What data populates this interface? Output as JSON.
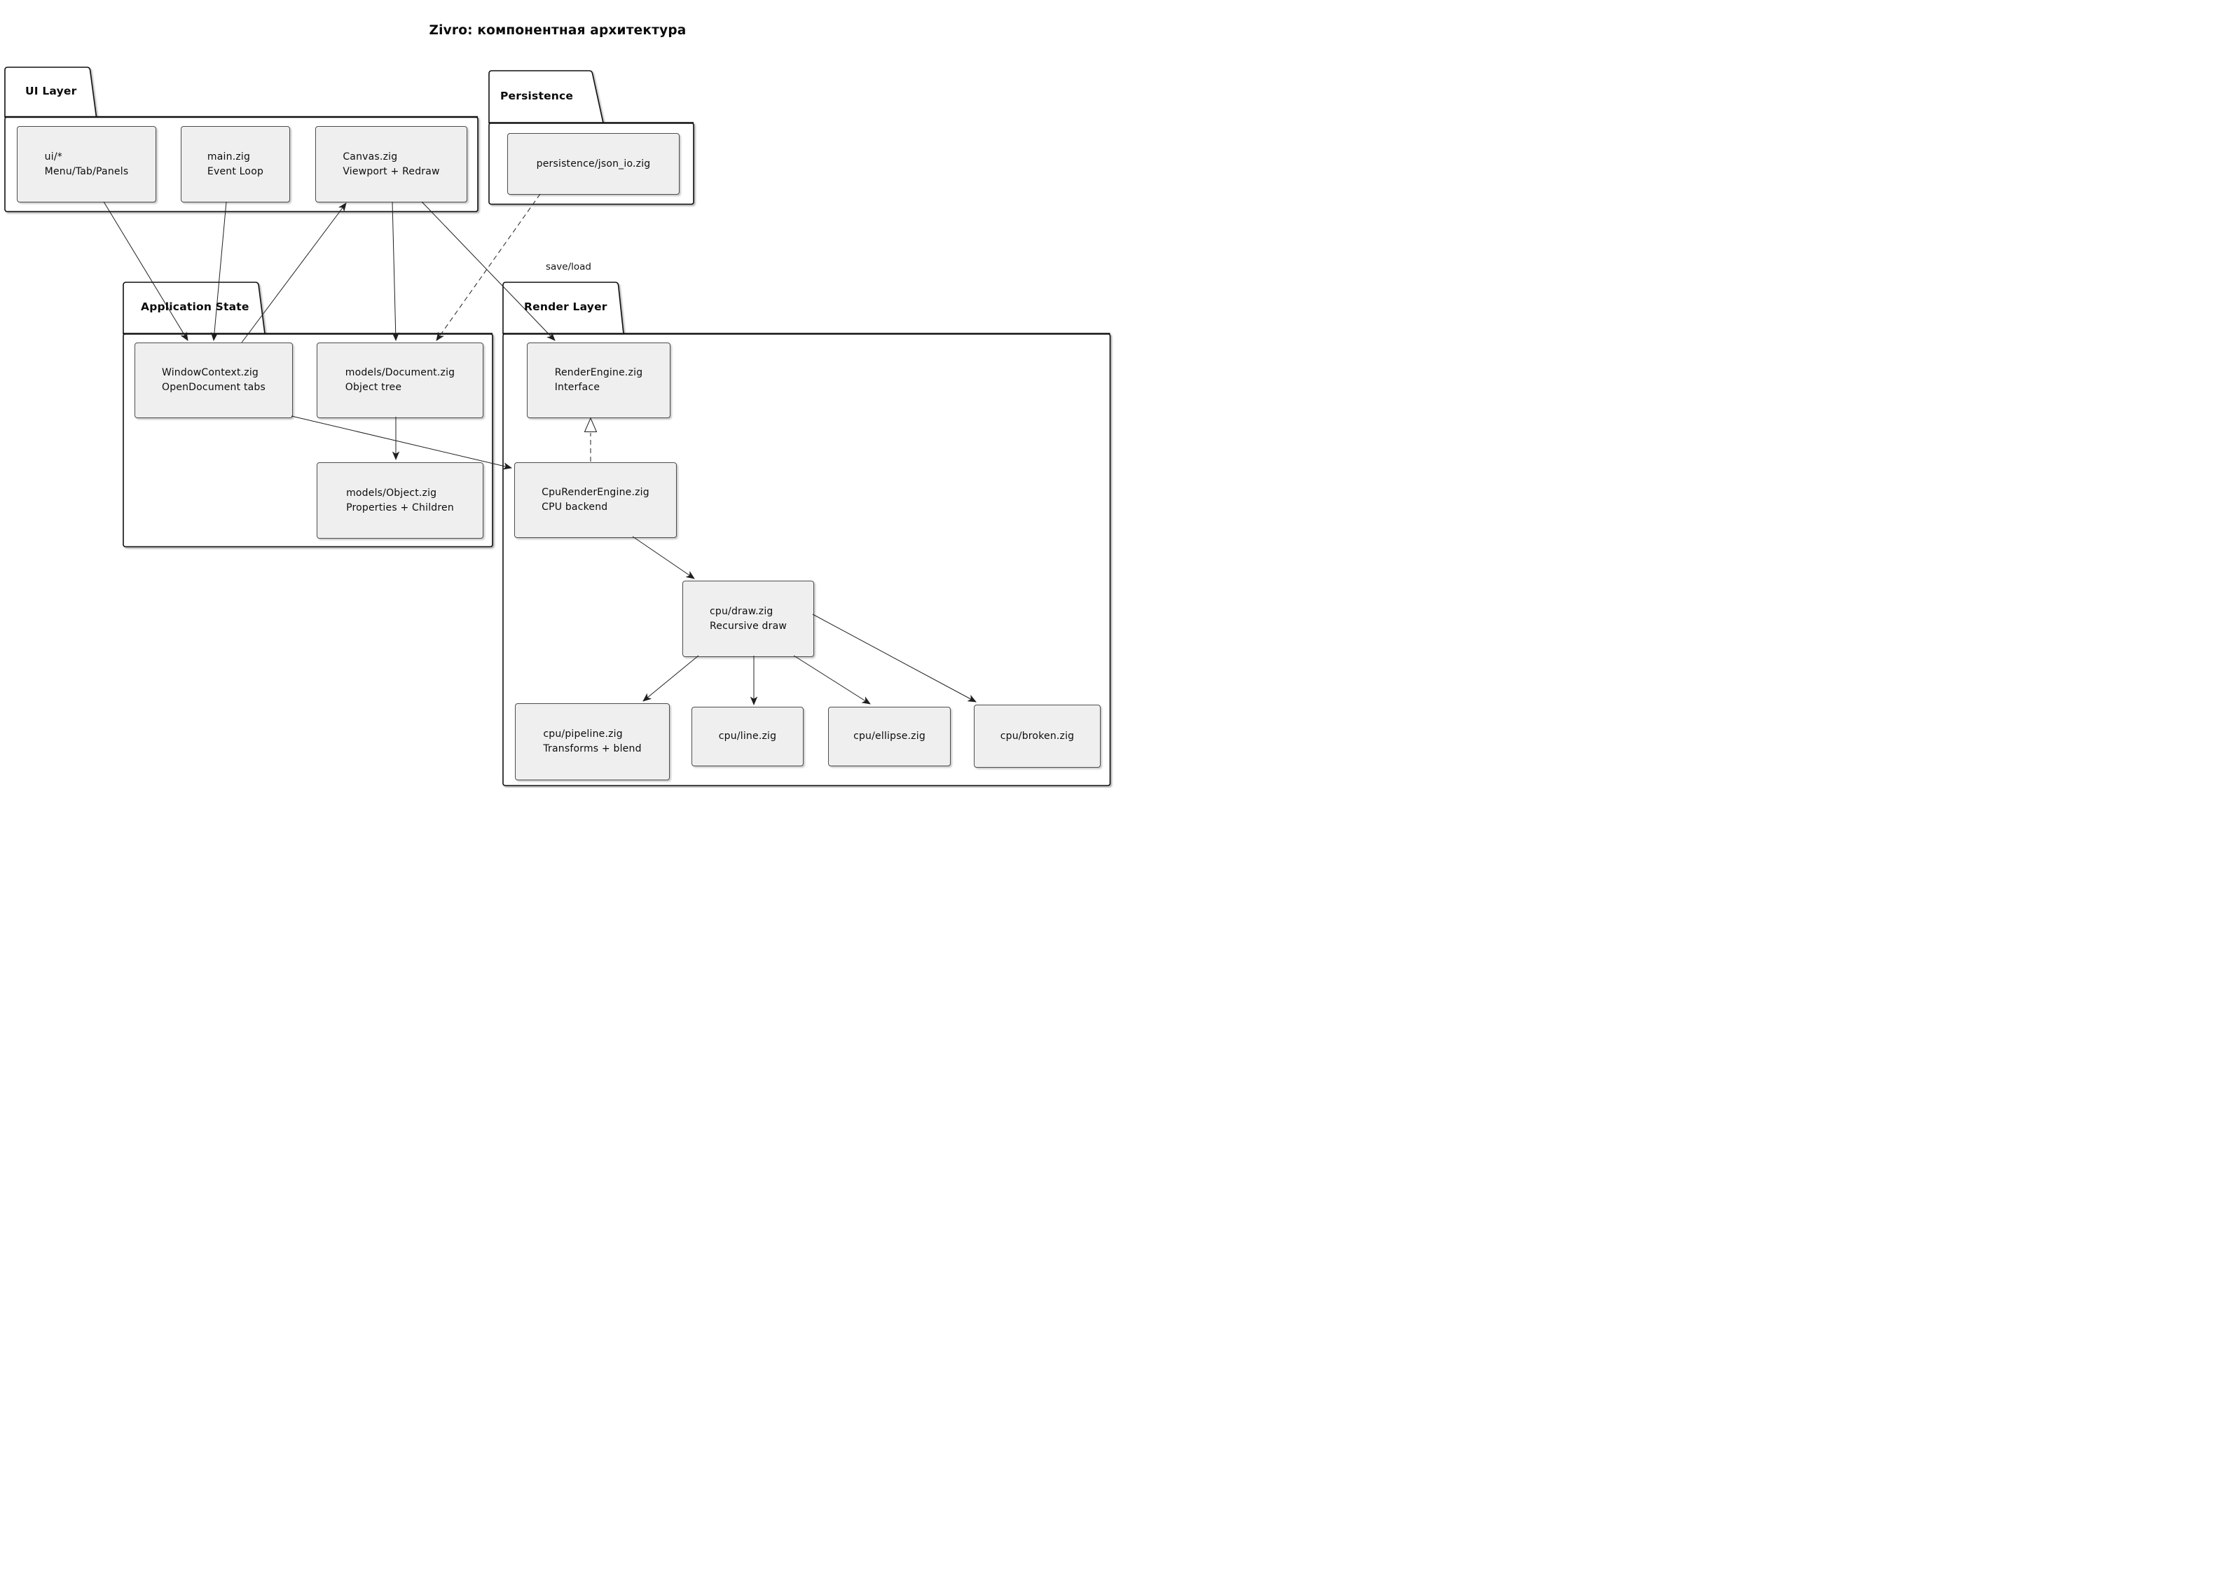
{
  "title": "Zivro: компонентная архитектура",
  "packages": {
    "ui": {
      "label": "UI Layer"
    },
    "persistence": {
      "label": "Persistence"
    },
    "app_state": {
      "label": "Application State"
    },
    "render": {
      "label": "Render Layer"
    }
  },
  "nodes": {
    "ui_star": {
      "lines": [
        "ui/*",
        "Menu/Tab/Panels"
      ]
    },
    "main_zig": {
      "lines": [
        "main.zig",
        "Event Loop"
      ]
    },
    "canvas_zig": {
      "lines": [
        "Canvas.zig",
        "Viewport + Redraw"
      ]
    },
    "json_io": {
      "lines": [
        "persistence/json_io.zig"
      ]
    },
    "window_context": {
      "lines": [
        "WindowContext.zig",
        "OpenDocument tabs"
      ]
    },
    "models_document": {
      "lines": [
        "models/Document.zig",
        "Object tree"
      ]
    },
    "models_object": {
      "lines": [
        "models/Object.zig",
        "Properties + Children"
      ]
    },
    "render_engine": {
      "lines": [
        "RenderEngine.zig",
        "Interface"
      ]
    },
    "cpu_render_engine": {
      "lines": [
        "CpuRenderEngine.zig",
        "CPU backend"
      ]
    },
    "cpu_draw": {
      "lines": [
        "cpu/draw.zig",
        "Recursive draw"
      ]
    },
    "cpu_pipeline": {
      "lines": [
        "cpu/pipeline.zig",
        "Transforms + blend"
      ]
    },
    "cpu_line": {
      "lines": [
        "cpu/line.zig"
      ]
    },
    "cpu_ellipse": {
      "lines": [
        "cpu/ellipse.zig"
      ]
    },
    "cpu_broken": {
      "lines": [
        "cpu/broken.zig"
      ]
    }
  },
  "edge_labels": {
    "save_load": "save/load"
  },
  "colors": {
    "background": "#ffffff",
    "node_fill": "#efefef",
    "node_border": "#4d4d4d",
    "package_border": "#101010",
    "edge_line": "#1f1f1f",
    "text": "#0c0c0c"
  }
}
